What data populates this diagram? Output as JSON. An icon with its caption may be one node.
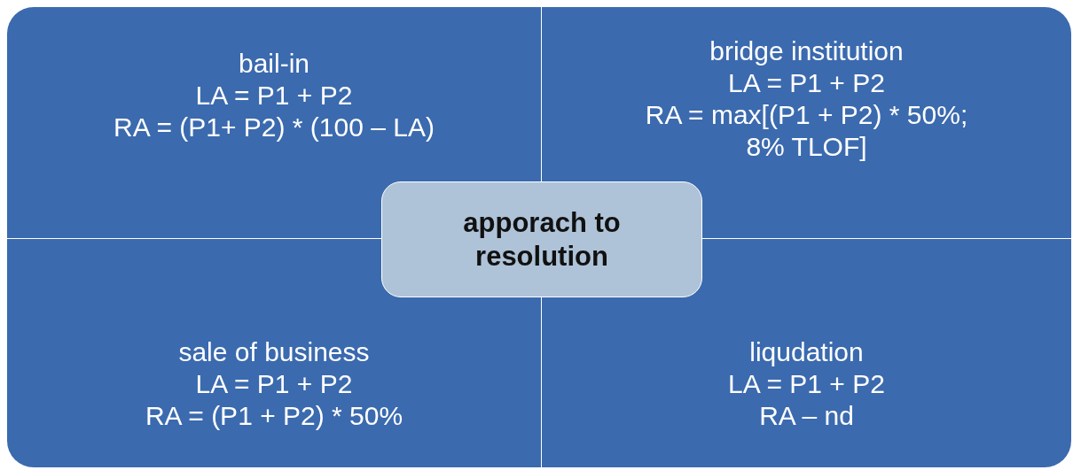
{
  "diagram": {
    "nodes": [
      {
        "text": [
          "bail-in",
          "LA = P1 + P2",
          "RA = (P1+ P2) * (100 – LA)"
        ]
      },
      {
        "text": [
          "bridge institution",
          "LA = P1 + P2",
          "RA = max[(P1 + P2) * 50%; 8% TLOF]"
        ]
      },
      {
        "text": [
          "apporach to resolution"
        ]
      },
      {
        "text": [
          "sale of business",
          "LA = P1 + P2",
          "RA = (P1 + P2) * 50%"
        ]
      },
      {
        "text": [
          "liqudation",
          "LA = P1 + P2",
          "RA – nd"
        ]
      }
    ]
  }
}
